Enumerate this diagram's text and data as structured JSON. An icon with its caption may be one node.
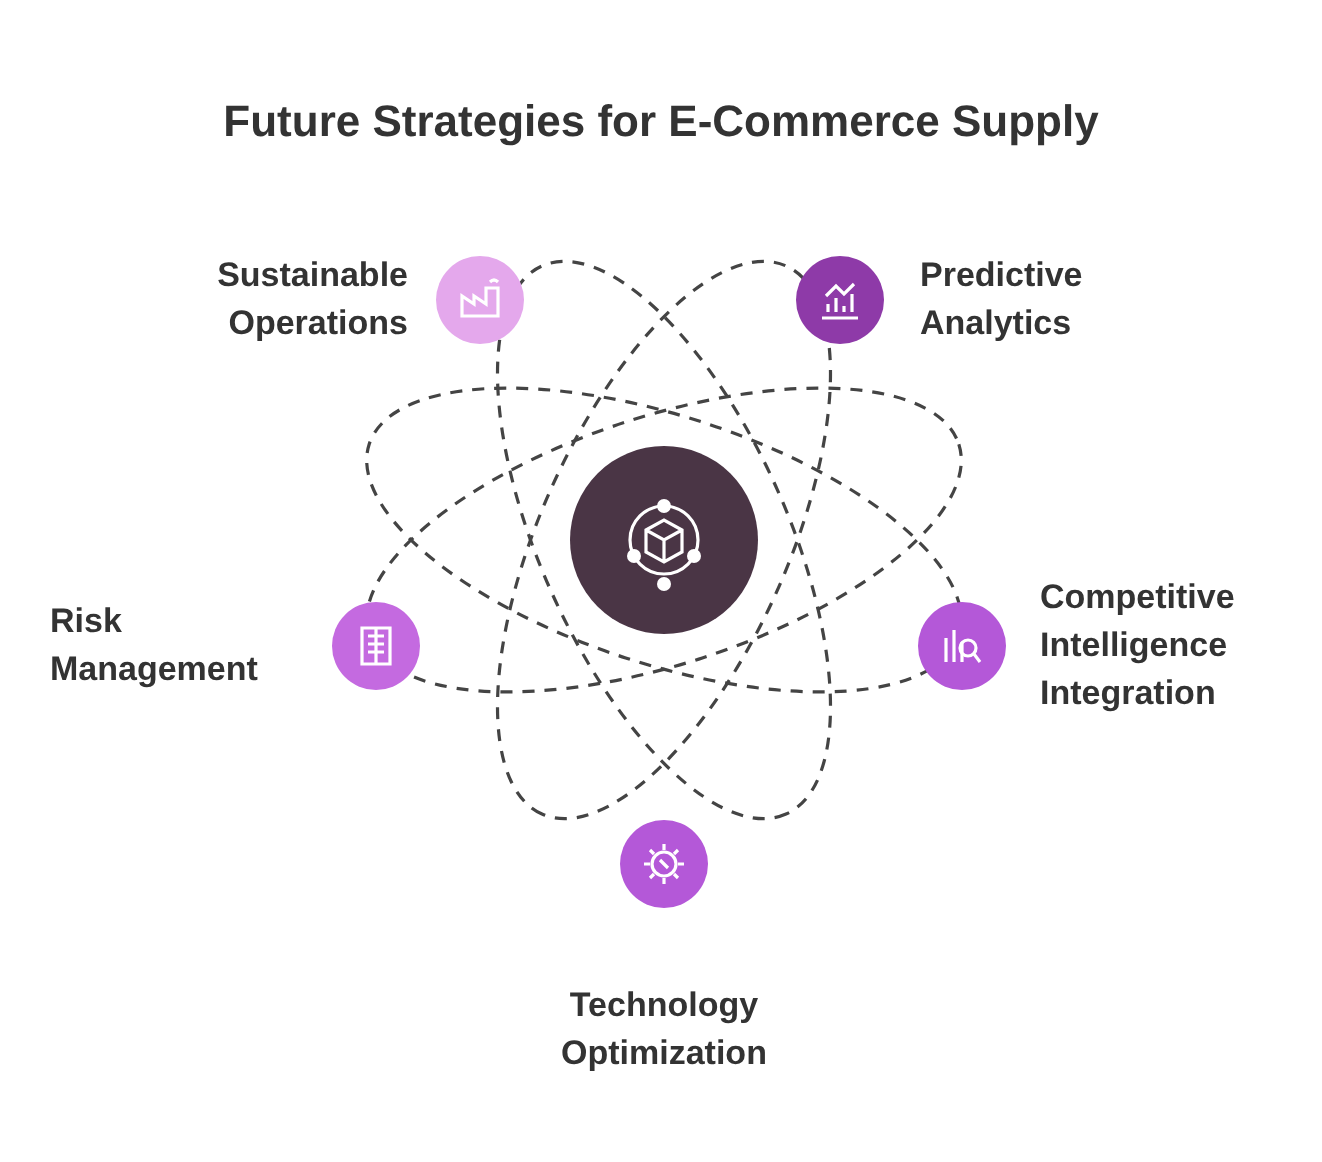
{
  "diagram": {
    "title": "Future Strategies for E-Commerce Supply",
    "nodes": [
      {
        "text": [],
        "shape": "circle"
      },
      {
        "text": [],
        "shape": "circle",
        "beside": [
          "Sustainable Operations"
        ]
      },
      {
        "text": [],
        "shape": "circle",
        "beside": [
          "Predictive Analytics"
        ]
      },
      {
        "text": [],
        "shape": "circle",
        "beside": [
          "Risk Management"
        ]
      },
      {
        "text": [],
        "shape": "circle",
        "beside": [
          "Competitive Intelligence Integration"
        ]
      },
      {
        "text": [],
        "shape": "circle",
        "beside": [
          "Technology Optimization"
        ]
      }
    ],
    "edges": []
  }
}
